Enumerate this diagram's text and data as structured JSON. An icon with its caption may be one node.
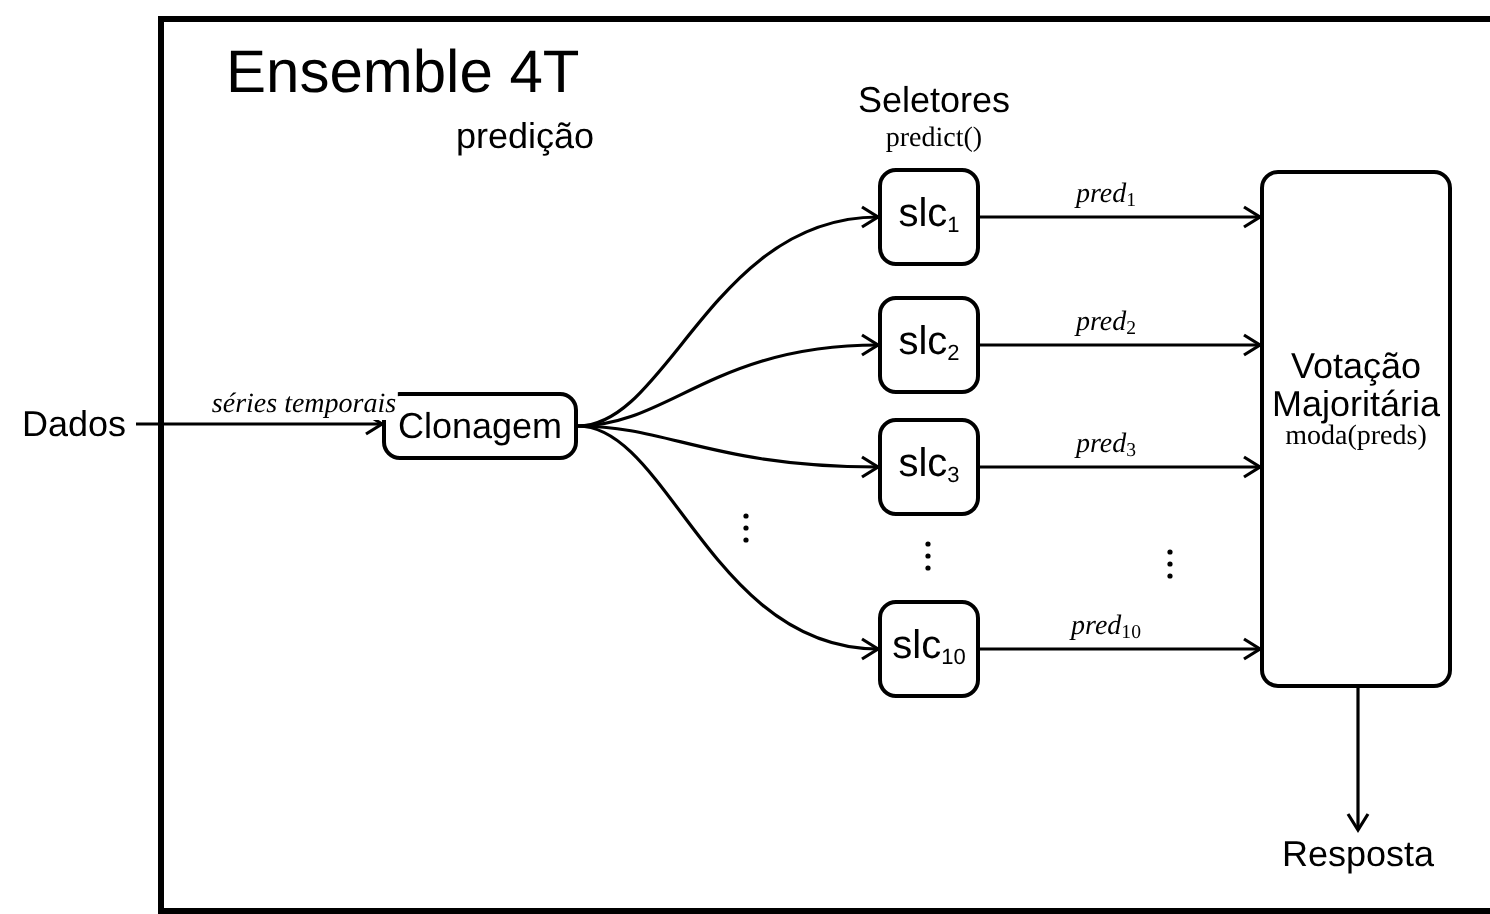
{
  "diagram": {
    "nodes": [
      {
        "text": [
          "Ensemble 4T",
          "predição"
        ]
      },
      {
        "text": [
          "Dados"
        ]
      },
      {
        "text": [
          "Clonagem"
        ],
        "in": 0
      },
      {
        "text": [
          "slc$_{1}$"
        ],
        "in": 0
      },
      {
        "text": [
          "slc$_{2}$"
        ],
        "in": 0
      },
      {
        "text": [
          "slc$_{3}$"
        ],
        "in": 0
      },
      {
        "text": [
          "slc$_{10}$"
        ],
        "in": 0
      },
      {
        "text": [
          "Votação Majoritária",
          "moda(preds)"
        ],
        "in": 0
      },
      {
        "text": [
          "Resposta"
        ],
        "in": 0
      }
    ],
    "edges": [
      {
        "from": 1,
        "to": 2,
        "arrow": "to",
        "label": "séries temporais"
      },
      {
        "from": 2,
        "to": 3,
        "arrow": "to"
      },
      {
        "from": 2,
        "to": 4,
        "arrow": "to"
      },
      {
        "from": 2,
        "to": 5,
        "arrow": "to"
      },
      {
        "from": 2,
        "to": 6,
        "arrow": "to"
      },
      {
        "from": 3,
        "to": 7,
        "arrow": "to",
        "label": "pred$_{1}$"
      },
      {
        "from": 4,
        "to": 7,
        "arrow": "to",
        "label": "pred$_{2}$"
      },
      {
        "from": 5,
        "to": 7,
        "arrow": "to",
        "label": "pred$_{3}$"
      },
      {
        "from": 6,
        "to": 7,
        "arrow": "to",
        "label": "pred$_{10}$"
      },
      {
        "from": 7,
        "to": 8,
        "arrow": "to"
      }
    ],
    "labels": [
      "Seletores",
      "predict()"
    ]
  }
}
